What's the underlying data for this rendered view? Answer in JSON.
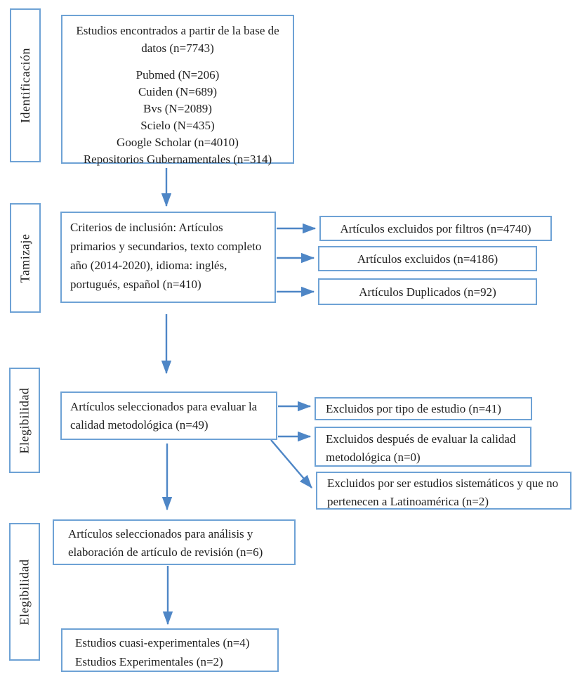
{
  "colors": {
    "box_border": "#6ea2d5",
    "arrow": "#4e86c6",
    "text": "#1f1f1f",
    "background": "#ffffff"
  },
  "stages": {
    "identification": "Identificación",
    "screening": "Tamizaje",
    "eligibility_upper": "Elegibilidad",
    "eligibility_lower": "Elegibilidad"
  },
  "nodes": {
    "database_search": {
      "title": "Estudios encontrados a partir de la base de datos (n=7743)",
      "sources": [
        "Pubmed (N=206)",
        "Cuiden (N=689)",
        "Bvs (N=2089)",
        "Scielo (N=435)",
        "Google Scholar (n=4010)",
        "Repositorios Gubernamentales (n=314)"
      ]
    },
    "inclusion_criteria": {
      "text": "Criterios de inclusión: Artículos primarios y secundarios, texto completo año (2014-2020), idioma: inglés, portugués, español (n=410)"
    },
    "excluded_by_filters": {
      "text": "Artículos excluidos por filtros (n=4740)"
    },
    "excluded": {
      "text": "Artículos excluidos (n=4186)"
    },
    "duplicates": {
      "text": "Artículos Duplicados (n=92)"
    },
    "quality_assessment": {
      "text": "Artículos seleccionados para evaluar la calidad metodológica (n=49)"
    },
    "excluded_by_study_type": {
      "text": "Excluidos por tipo de estudio (n=41)"
    },
    "excluded_after_quality": {
      "text": "Excluidos después de evaluar la calidad metodológica (n=0)"
    },
    "excluded_systematic": {
      "text": "Excluidos por ser estudios sistemáticos y que no pertenecen a Latinoamérica (n=2)"
    },
    "final_selection": {
      "text": "Artículos seleccionados para análisis y elaboración de artículo de revisión (n=6)"
    },
    "study_types": {
      "line1": "Estudios cuasi-experimentales (n=4)",
      "line2": "Estudios Experimentales (n=2)"
    }
  }
}
